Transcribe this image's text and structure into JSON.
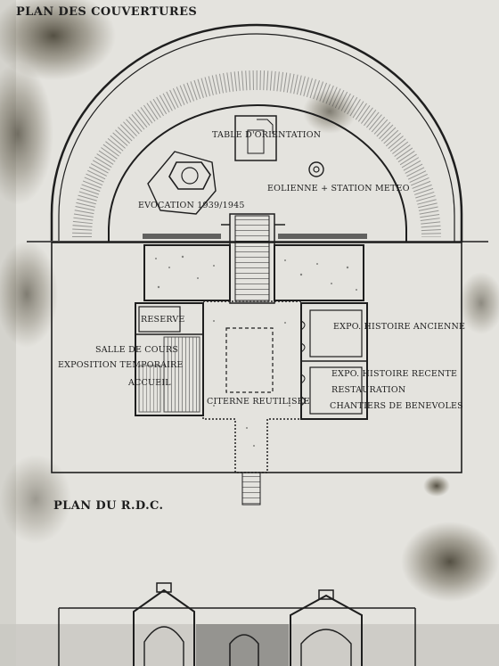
{
  "plaque": {
    "colors": {
      "paper": "#e4e3de",
      "ink": "#1e1e1e",
      "stain": "#4a4436"
    },
    "roof_plan_title": "PLAN DES COUVERTURES",
    "ground_plan_title": "PLAN DU R.D.C.",
    "roof_labels": {
      "orientation_table": "TABLE D'ORIENTATION",
      "wind_turbine": "EOLIENNE + STATION METEO",
      "memorial": "EVOCATION 1939/1945"
    },
    "ground_labels": {
      "reserve": "RESERVE",
      "classroom": "SALLE DE COURS",
      "temporary_exhibit": "EXPOSITION TEMPORAIRE",
      "reception": "ACCUEIL",
      "cistern": "CITERNE REUTILISEE",
      "ancient_history": "EXPO. HISTOIRE ANCIENNE",
      "recent_history": "EXPO. HISTOIRE RECENTE",
      "restoration": "RESTAURATION",
      "volunteer_sites": "CHANTIERS DE BENEVOLES"
    }
  }
}
